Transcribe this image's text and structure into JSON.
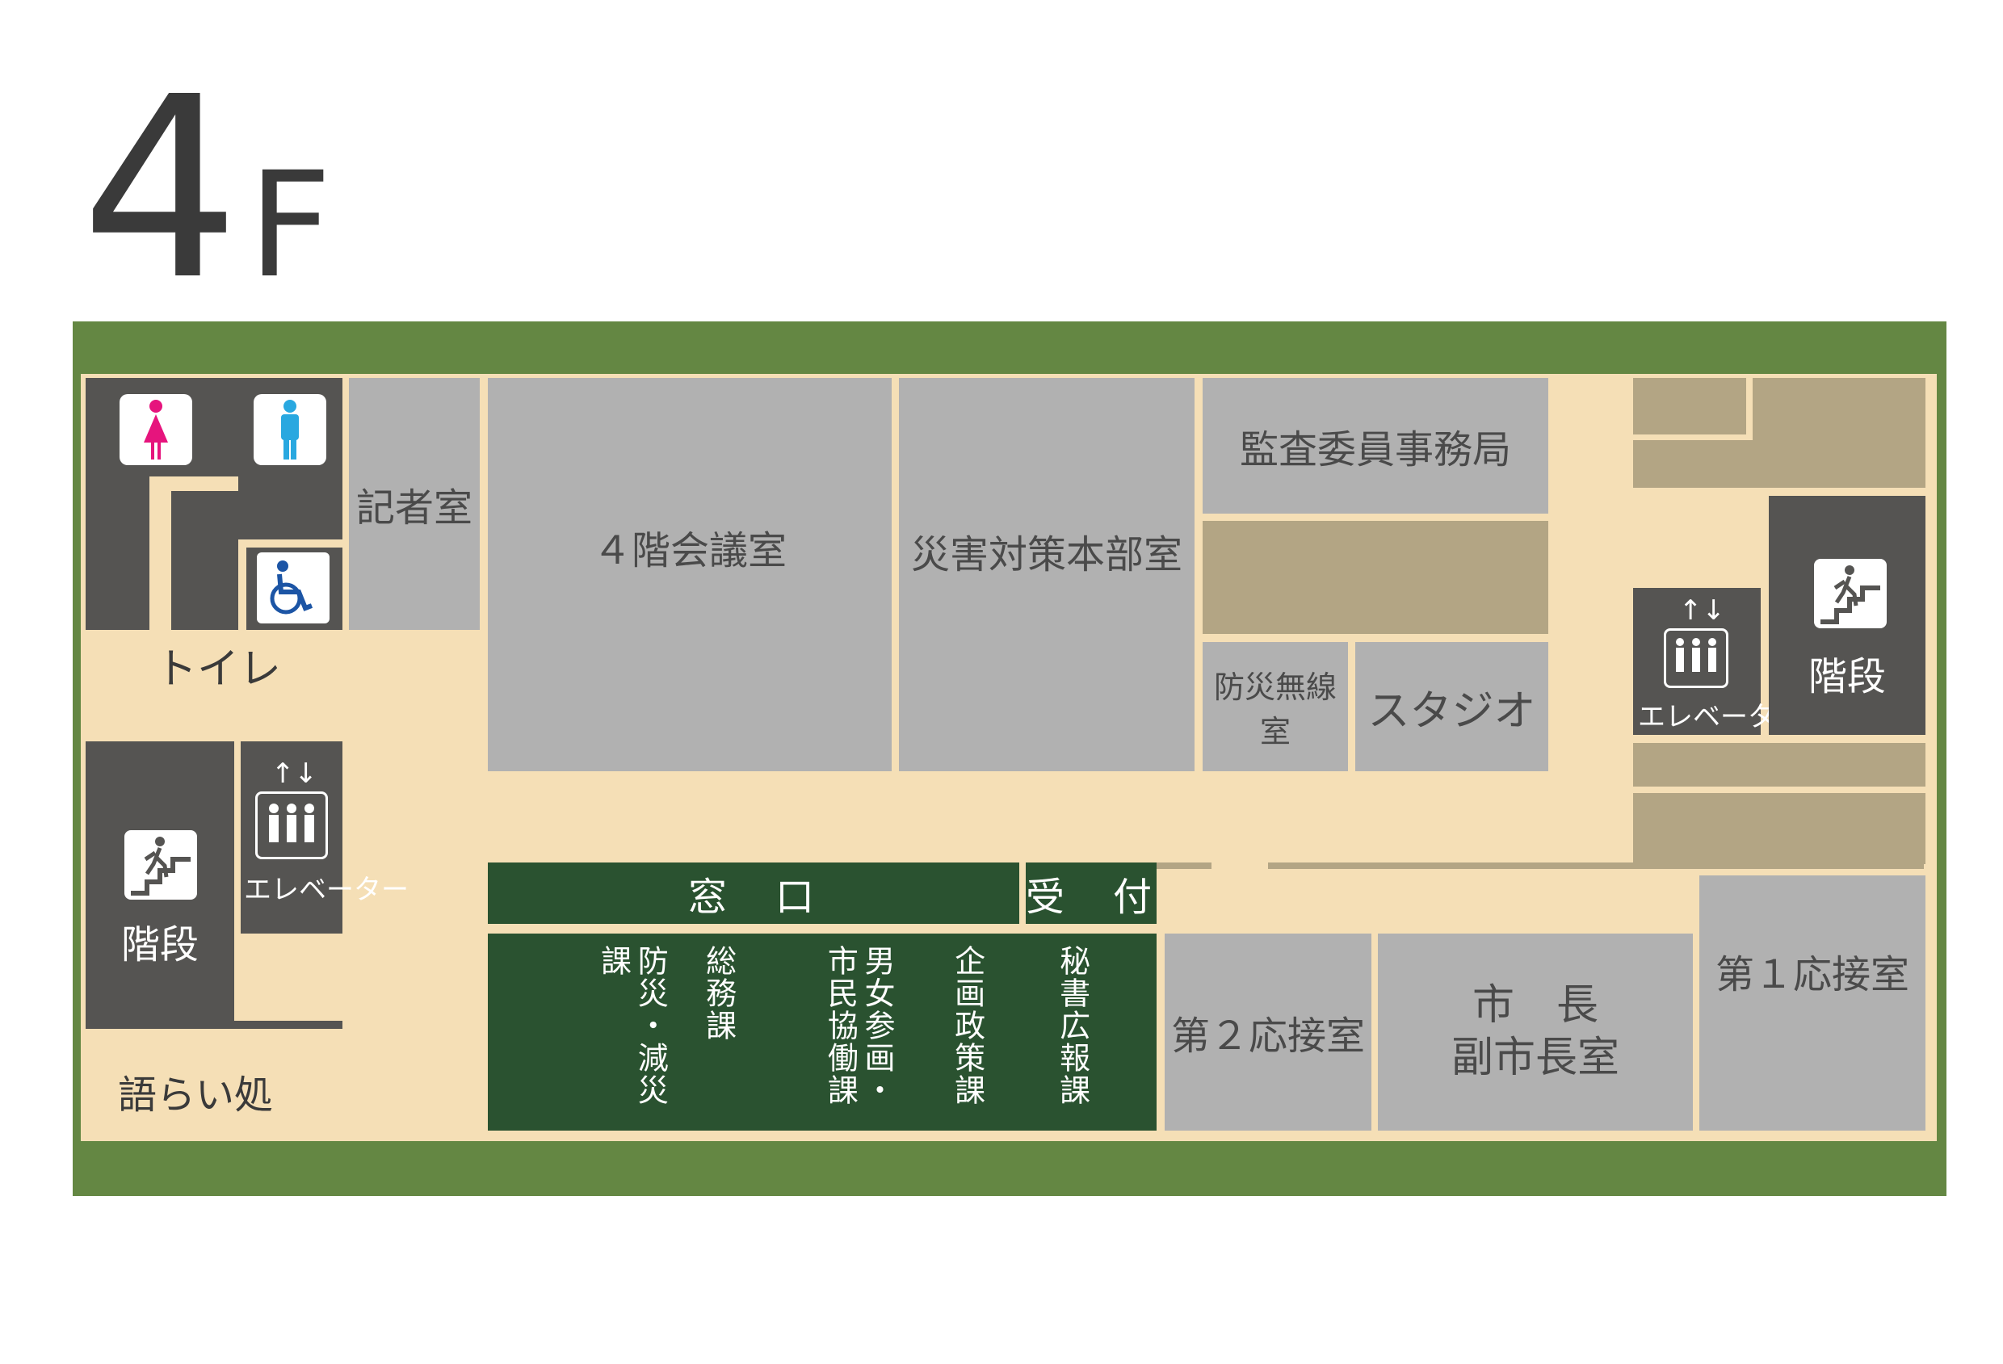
{
  "floor": {
    "number": "4",
    "suffix": "F"
  },
  "colors": {
    "outer_wall": "#648743",
    "corridor": "#f5dfb6",
    "room": "#b1b1b1",
    "storage": "#b3a584",
    "core": "#555452",
    "counter": "#2a5230",
    "female": "#e6147d",
    "male": "#29a8e0",
    "accessible": "#1c55a5"
  },
  "icons": {
    "female": "female-toilet-icon",
    "male": "male-toilet-icon",
    "accessible": "wheelchair-icon",
    "stairs": "stairs-icon",
    "elevator": "elevator-icon"
  },
  "rooms": {
    "kisha": "記者室",
    "kaigi4": "４階会議室",
    "saigai": "災害対策本部室",
    "kansa": "監査委員事務局",
    "bousai_musen": "防災無線室",
    "studio": "スタジオ",
    "ouse2": "第２応接室",
    "shicho_line1": "市　長",
    "shicho_line2": "副市長室",
    "ouse1": "第１応接室"
  },
  "labels": {
    "toilet": "トイレ",
    "stairs_left": "階段",
    "stairs_right": "階段",
    "elevator_left": "エレベーター",
    "elevator_right": "エレベーター",
    "lounge": "語らい処",
    "arrows": "↑↓"
  },
  "counter": {
    "window": "窓　口",
    "reception": "受　付",
    "departments": [
      "防災・減災課",
      "総務課",
      "男女参画・市民協働課",
      "企画政策課",
      "秘書広報課"
    ]
  }
}
